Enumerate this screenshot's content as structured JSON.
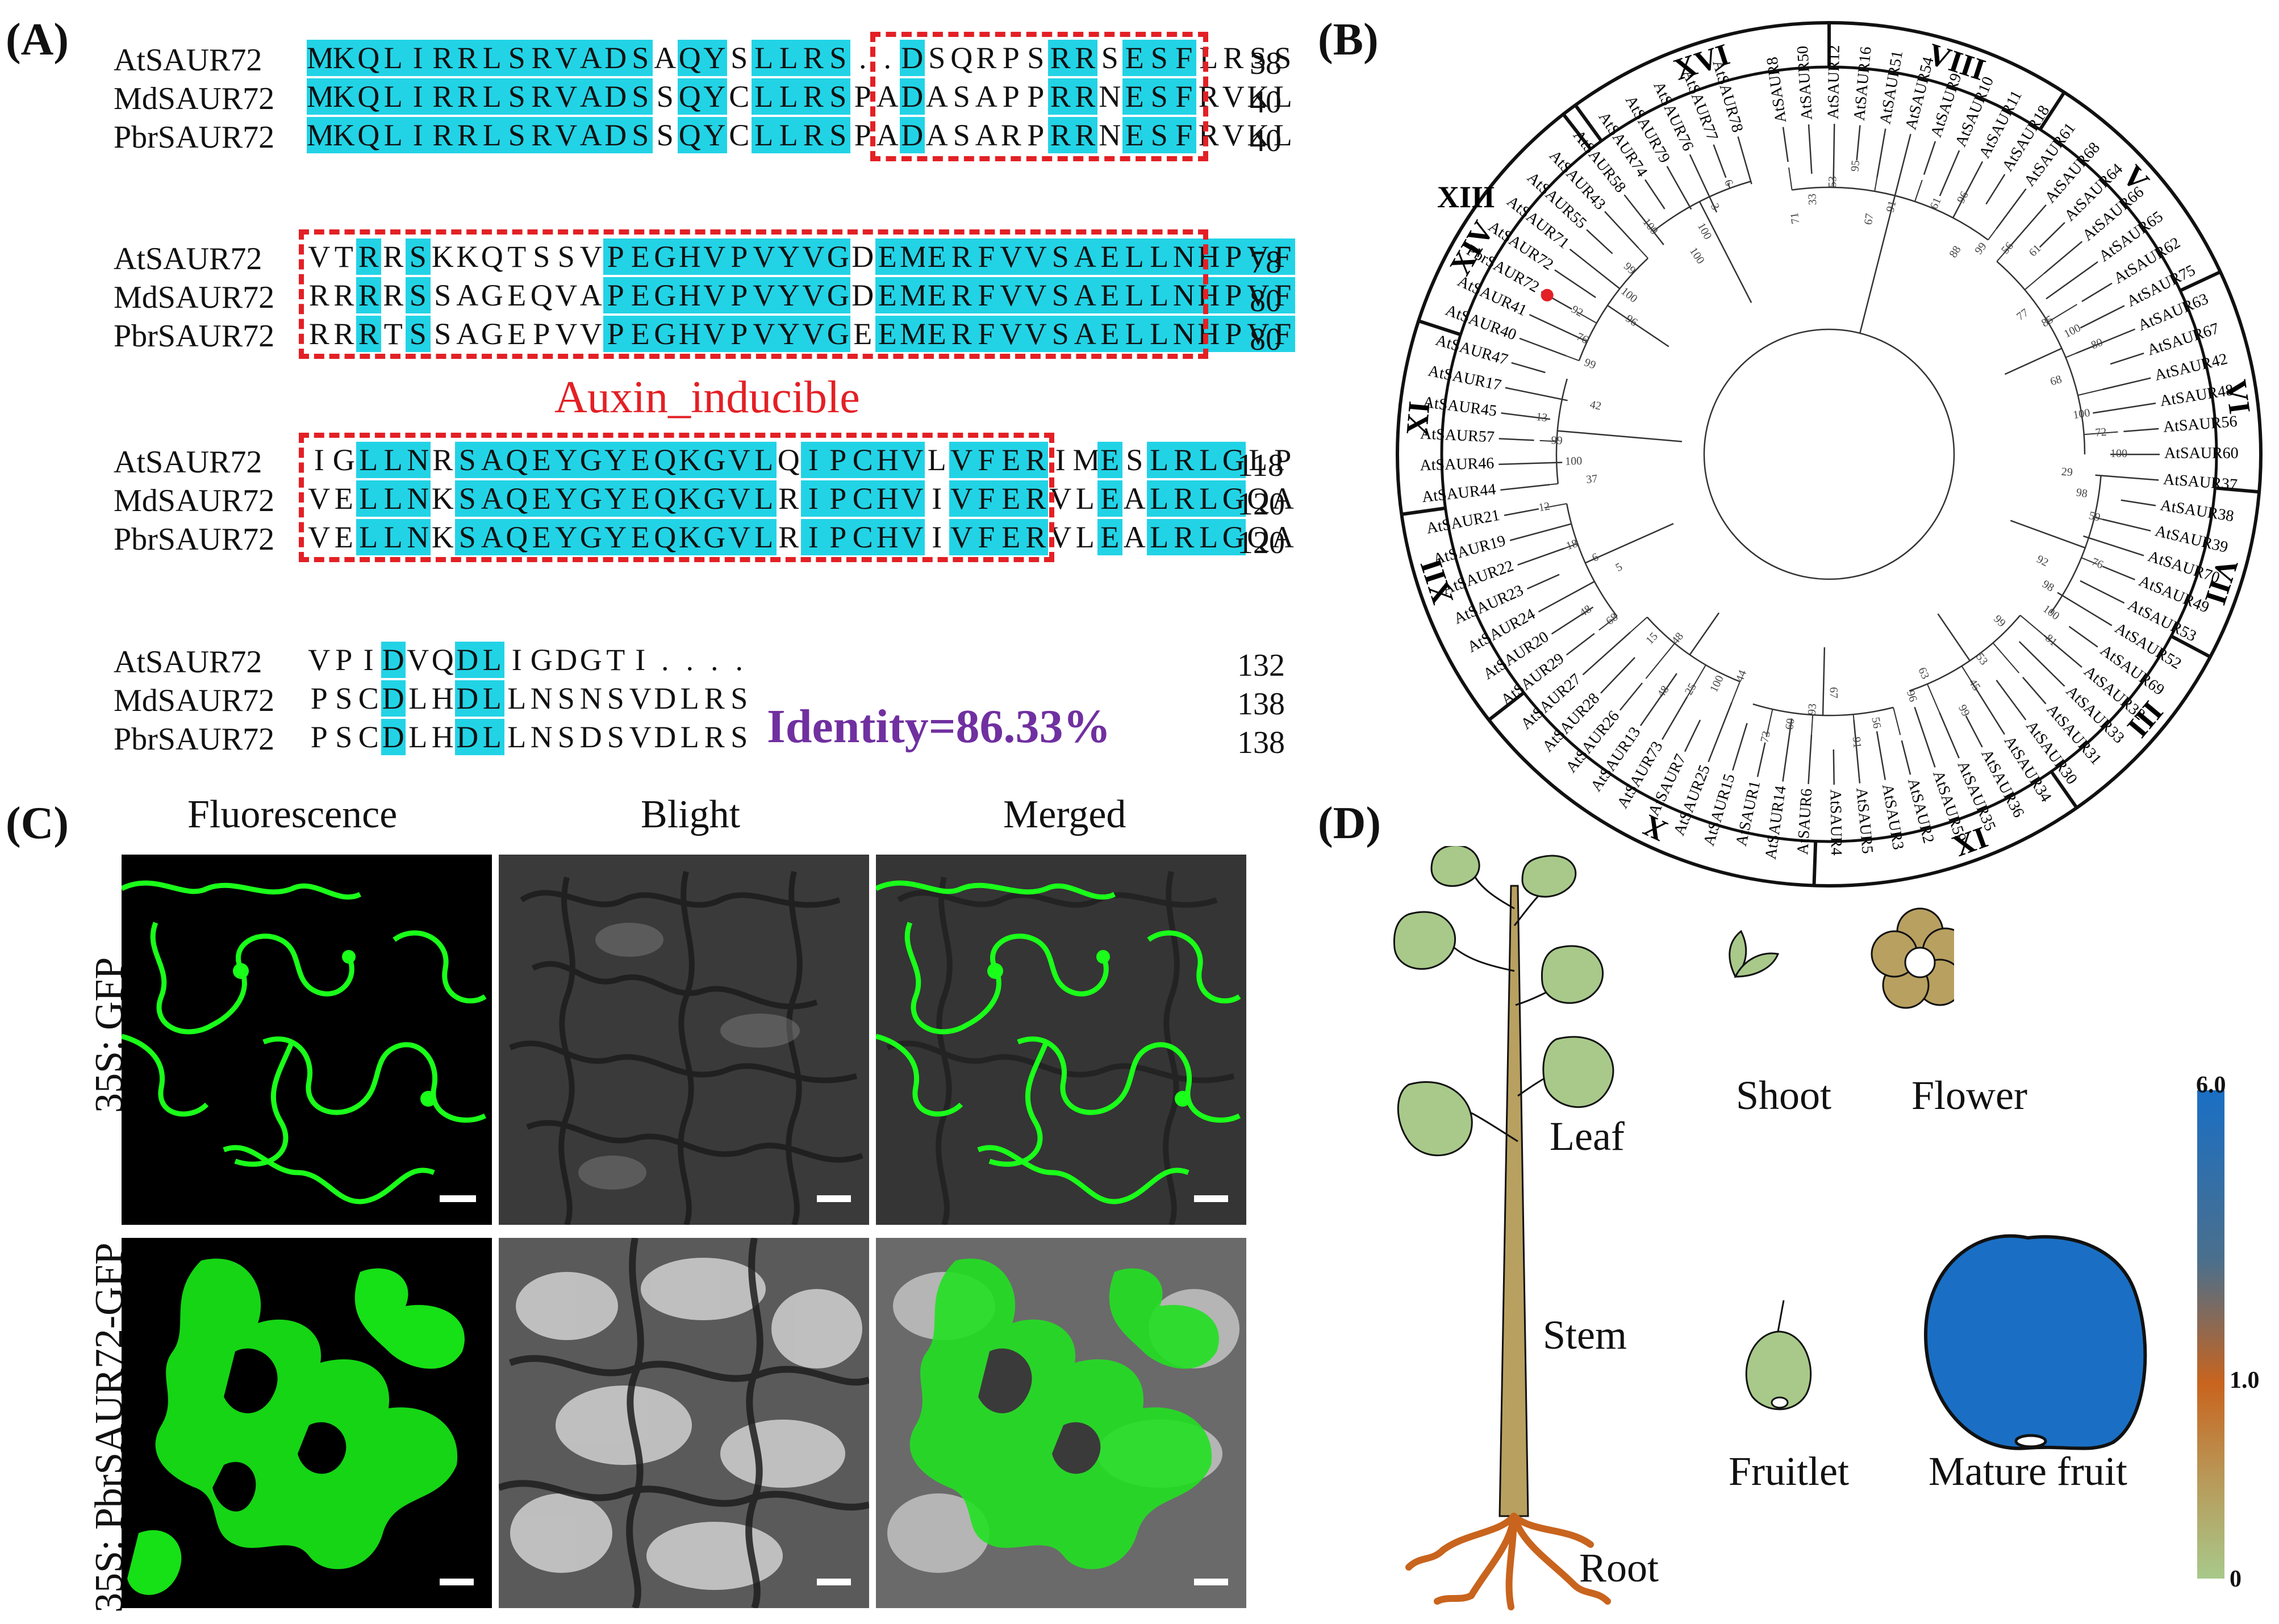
{
  "panels": {
    "a": "(A)",
    "b": "(B)",
    "c": "(C)",
    "d": "(D)"
  },
  "alignment": {
    "blocks": [
      {
        "rows": [
          {
            "name": "AtSAUR72",
            "seq": "MKQLIRRLSRVADSAQYSLLRS..DSQRPSRRSESFLRSS",
            "end": "38"
          },
          {
            "name": "MdSAUR72",
            "seq": "MKQLIRRLSRVADSSQYCLLRSPADASAPPRRNESFRVKL",
            "end": "40"
          },
          {
            "name": "PbrSAUR72",
            "seq": "MKQLIRRLSRVADSSQYCLLRSPADASARPRRNESFRVKL",
            "end": "40"
          }
        ]
      },
      {
        "rows": [
          {
            "name": "AtSAUR72",
            "seq": "VTRRSKKQTSSVPEGHVPVYVGDEMERFVVSAELLNHPVF",
            "end": "78"
          },
          {
            "name": "MdSAUR72",
            "seq": "RRRRSSAGEQVAPEGHVPVYVGDEMERFVVSAELLNHPVF",
            "end": "80"
          },
          {
            "name": "PbrSAUR72",
            "seq": "RRRTSSAGEPVVPEGHVPVYVGEEMERFVVSAELLNHPVF",
            "end": "80"
          }
        ]
      },
      {
        "rows": [
          {
            "name": "AtSAUR72",
            "seq": "IGLLNRSAQEYGYEQKGVLQIPCHVLVFERIMESLRLGLP",
            "end": "118"
          },
          {
            "name": "MdSAUR72",
            "seq": "VELLNKSAQEYGYEQKGVLRIPCHVIVFERVLEALRLGQA",
            "end": "120"
          },
          {
            "name": "PbrSAUR72",
            "seq": "VELLNKSAQEYGYEQKGVLRIPCHVIVFERVLEALRLGQA",
            "end": "120"
          }
        ]
      },
      {
        "rows": [
          {
            "name": "AtSAUR72",
            "seq": "VPIDVQDLIGDGTI....",
            "end": "132"
          },
          {
            "name": "MdSAUR72",
            "seq": "PSCDLHDLLNSNSVDLRS",
            "end": "138"
          },
          {
            "name": "PbrSAUR72",
            "seq": "PSCDLHDLLNSDSVDLRS",
            "end": "138"
          }
        ]
      }
    ],
    "domain_label": "Auxin_inducible",
    "identity": "Identity=86.33%",
    "highlight_color": "#22d3e6",
    "box_color": "#e32025"
  },
  "tree": {
    "groups": [
      "XIII",
      "XVI",
      "VIII",
      "V",
      "VI",
      "VII",
      "III",
      "IX",
      "X",
      "XII",
      "XI",
      "XIV"
    ],
    "highlight_gene": "PbrSAUR72",
    "leaves": [
      "AtSAUR8",
      "AtSAUR50",
      "AtSAUR12",
      "AtSAUR16",
      "AtSAUR51",
      "AtSAUR54",
      "AtSAUR9",
      "AtSAUR10",
      "AtSAUR11",
      "AtSAUR18",
      "AtSAUR61",
      "AtSAUR68",
      "AtSAUR64",
      "AtSAUR66",
      "AtSAUR65",
      "AtSAUR62",
      "AtSAUR75",
      "AtSAUR63",
      "AtSAUR67",
      "AtSAUR42",
      "AtSAUR48",
      "AtSAUR56",
      "AtSAUR60",
      "AtSAUR37",
      "AtSAUR38",
      "AtSAUR39",
      "AtSAUR70",
      "AtSAUR49",
      "AtSAUR53",
      "AtSAUR52",
      "AtSAUR69",
      "AtSAUR32",
      "AtSAUR33",
      "AtSAUR31",
      "AtSAUR30",
      "AtSAUR34",
      "AtSAUR36",
      "AtSAUR35",
      "AtSAUR59",
      "AtSAUR2",
      "AtSAUR3",
      "AtSAUR5",
      "AtSAUR4",
      "AtSAUR6",
      "AtSAUR14",
      "AtSAUR1",
      "AtSAUR15",
      "AtSAUR25",
      "AtSAUR7",
      "AtSAUR73",
      "AtSAUR13",
      "AtSAUR26",
      "AtSAUR28",
      "AtSAUR27",
      "AtSAUR29",
      "AtSAUR20",
      "AtSAUR24",
      "AtSAUR23",
      "AtSAUR22",
      "AtSAUR19",
      "AtSAUR21",
      "AtSAUR44",
      "AtSAUR46",
      "AtSAUR57",
      "AtSAUR45",
      "AtSAUR17",
      "AtSAUR47",
      "AtSAUR40",
      "AtSAUR41",
      "PbrSAUR72",
      "AtSAUR72",
      "AtSAUR71",
      "AtSAUR55",
      "AtSAUR43",
      "AtSAUR58",
      "AtSAUR74",
      "AtSAUR79",
      "AtSAUR76",
      "AtSAUR77",
      "AtSAUR78"
    ],
    "bootstrap": [
      "71",
      "33",
      "53",
      "95",
      "67",
      "91",
      "61",
      "96",
      "88",
      "99",
      "56",
      "61",
      "77",
      "85",
      "100",
      "80",
      "68",
      "100",
      "72",
      "100",
      "29",
      "98",
      "59",
      "76",
      "92",
      "98",
      "100",
      "81",
      "99",
      "53",
      "45",
      "99",
      "63",
      "96",
      "56",
      "91",
      "67",
      "93",
      "60",
      "73",
      "44",
      "100",
      "25",
      "48",
      "48",
      "15",
      "68",
      "48",
      "5",
      "6",
      "18",
      "12",
      "37",
      "100",
      "99",
      "13",
      "42",
      "99",
      "76",
      "92",
      "96",
      "100",
      "99",
      "100",
      "100",
      "100",
      "3",
      "6"
    ]
  },
  "microscopy": {
    "columns": [
      "Fluorescence",
      "Blight",
      "Merged"
    ],
    "rows": [
      "35S: GFP",
      "35S: PbrSAUR72-GFP"
    ]
  },
  "expression": {
    "organs": {
      "leaf": "Leaf",
      "stem": "Stem",
      "root": "Root",
      "shoot": "Shoot",
      "flower": "Flower",
      "fruitlet": "Fruitlet",
      "mature_fruit": "Mature fruit"
    },
    "colorbar": {
      "max": "6.0",
      "mid": "1.0",
      "min": "0"
    },
    "colors": {
      "leaf": "#a8c98a",
      "stem": "#b8a060",
      "root": "#c8641e",
      "shoot": "#a8c98a",
      "flower": "#b8a060",
      "fruitlet": "#a8c98a",
      "mature_fruit": "#1a6fc4",
      "scale_low": "#a8c98a",
      "scale_mid": "#c8641e",
      "scale_high": "#1a6fc4"
    }
  }
}
